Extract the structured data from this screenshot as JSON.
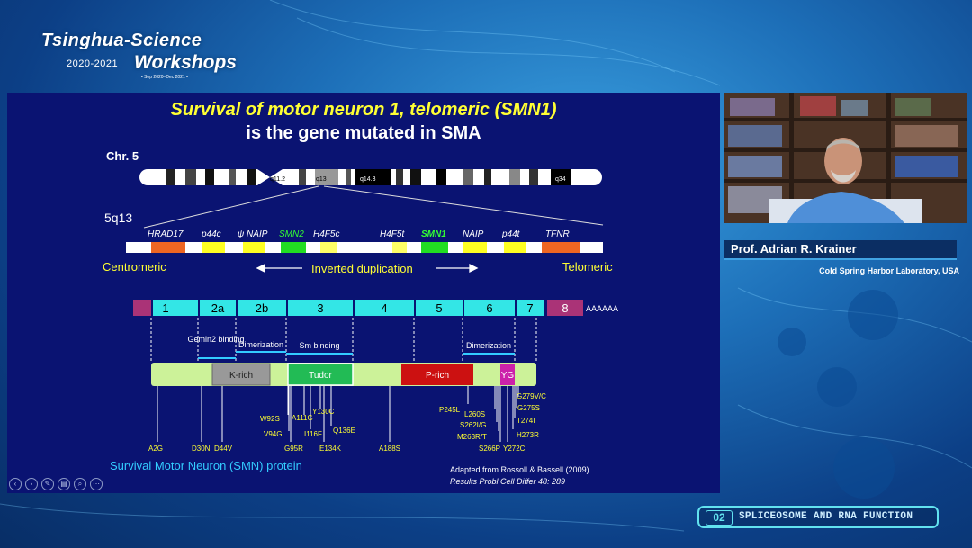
{
  "brand": {
    "line1": "Tsinghua-Science",
    "line2": "2020-2021",
    "line3": "Workshops",
    "line4": "• Sep 2020–Dec 2021 •"
  },
  "slide": {
    "title_line1": "Survival of motor neuron 1, telomeric (SMN1)",
    "title_line2": "is the gene mutated in SMA",
    "chr_label": "Chr. 5",
    "band_labels": [
      "q11.2",
      "q13",
      "q14.3",
      "q34"
    ],
    "region_label": "5q13",
    "genes": [
      "HRAD17",
      "p44c",
      "ψ NAIP",
      "SMN2",
      "H4F5c",
      "H4F5t",
      "SMN1",
      "NAIP",
      "p44t",
      "TFNR"
    ],
    "centromeric": "Centromeric",
    "telomeric": "Telomeric",
    "inverted": "Inverted duplication",
    "exons": [
      "1",
      "2a",
      "2b",
      "3",
      "4",
      "5",
      "6",
      "7",
      "8"
    ],
    "polyA": "AAAAAA",
    "domains_top": [
      "Gemin2 binding",
      "Dimerization",
      "Sm binding",
      "Dimerization"
    ],
    "domains_in": [
      "K-rich",
      "Tudor",
      "P-rich",
      "YG"
    ],
    "mutations_left": [
      "A2G",
      "D30N",
      "D44V",
      "W92S",
      "V94G",
      "G95R",
      "A111G",
      "I116F",
      "Y130C",
      "E134K",
      "Q136E",
      "A188S"
    ],
    "mutations_right": [
      "P245L",
      "L260S",
      "S262I/G",
      "M263R/T",
      "S266P",
      "Y272C",
      "G279V/C",
      "G275S",
      "T274I",
      "H273R"
    ],
    "protein_label": "Survival Motor Neuron (SMN) protein",
    "ref1": "Adapted from Rossoll & Bassell (2009)",
    "ref2": "Results Probl Cell Differ 48: 289"
  },
  "speaker": {
    "name": "Prof. Adrian R. Krainer",
    "affiliation": "Cold Spring Harbor Laboratory, USA"
  },
  "session": {
    "number": "02",
    "label": "SPLICEOSOME AND RNA FUNCTION"
  },
  "toolbar": [
    "prev-icon",
    "next-icon",
    "pen-icon",
    "slides-icon",
    "zoom-icon",
    "more-icon"
  ]
}
